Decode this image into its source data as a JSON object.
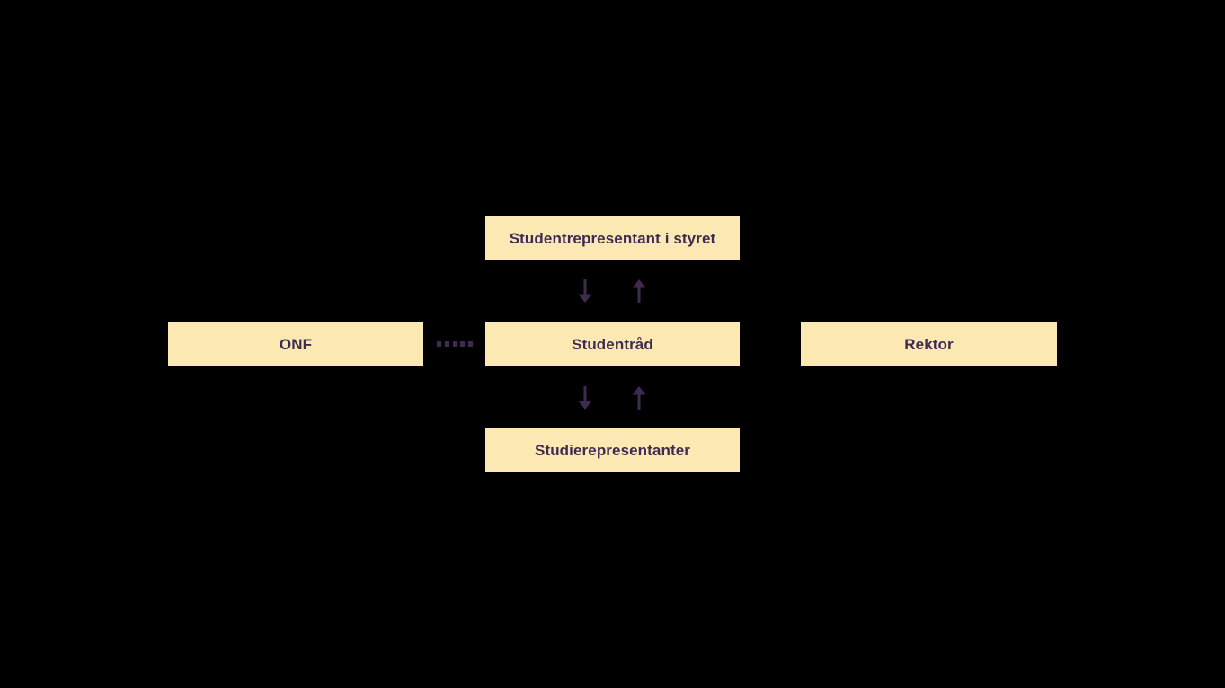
{
  "diagram": {
    "background_color": "#000000",
    "box_fill_color": "#fce8b2",
    "text_color": "#3e2b4f",
    "arrow_color": "#3e2b4f",
    "nodes": [
      {
        "id": "student-rep-board",
        "label": "Studentrepresentant i styret"
      },
      {
        "id": "onf",
        "label": "ONF"
      },
      {
        "id": "studentrad",
        "label": "Studentråd"
      },
      {
        "id": "rektor",
        "label": "Rektor"
      },
      {
        "id": "studierepresentanter",
        "label": "Studierepresentanter"
      }
    ],
    "connectors": {
      "top_pair": {
        "down_icon": "arrow-down-icon",
        "up_icon": "arrow-up-icon"
      },
      "bottom_pair": {
        "down_icon": "arrow-down-icon",
        "up_icon": "arrow-up-icon"
      },
      "onf_link": {
        "icon": "dotted-line-icon",
        "dash_count": 5
      }
    }
  }
}
